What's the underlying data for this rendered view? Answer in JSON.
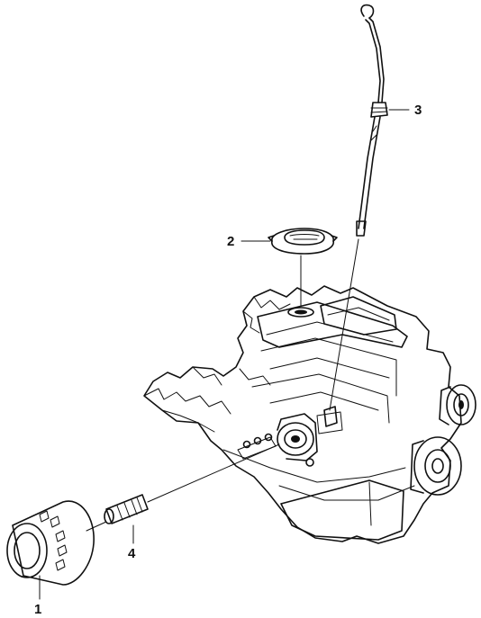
{
  "callouts": [
    {
      "id": "oil-filter",
      "label": "1"
    },
    {
      "id": "oil-filler-cap",
      "label": "2"
    },
    {
      "id": "dipstick",
      "label": "3"
    },
    {
      "id": "filter-stud",
      "label": "4"
    }
  ],
  "colors": {
    "ink": "#111111",
    "paper": "#ffffff"
  }
}
